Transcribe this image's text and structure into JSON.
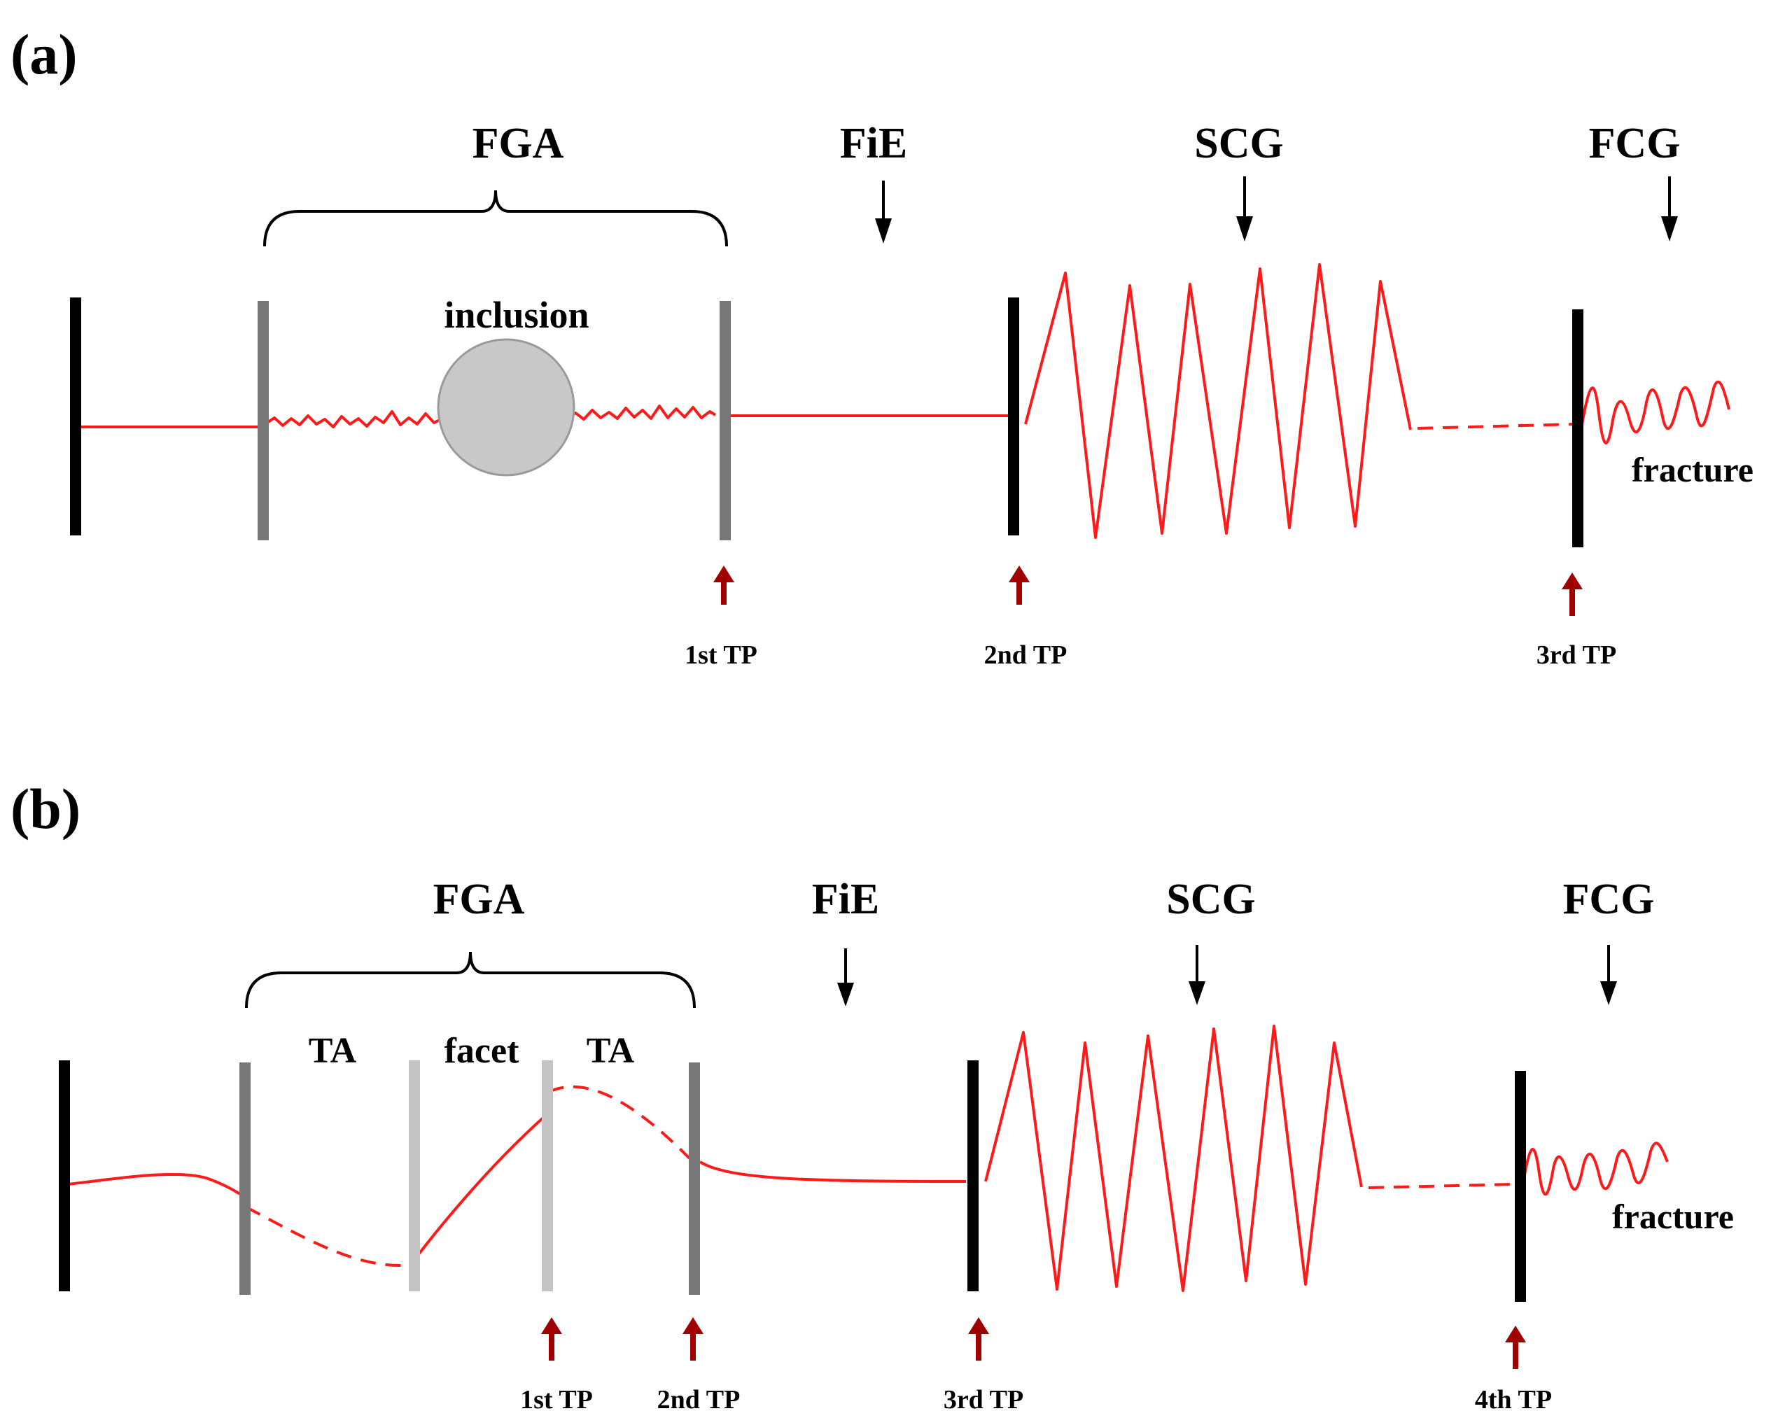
{
  "panels": [
    {
      "id": "a",
      "label": "(a)",
      "stages": {
        "fga": "FGA",
        "fie": "FiE",
        "scg": "SCG",
        "fcg": "FCG"
      },
      "inclusion_label": "inclusion",
      "fracture_label": "fracture",
      "transition_points": [
        "1st TP",
        "2nd TP",
        "3rd TP"
      ]
    },
    {
      "id": "b",
      "label": "(b)",
      "stages": {
        "fga": "FGA",
        "fie": "FiE",
        "scg": "SCG",
        "fcg": "FCG"
      },
      "region_labels": [
        "TA",
        "facet",
        "TA"
      ],
      "fracture_label": "fracture",
      "transition_points": [
        "1st TP",
        "2nd TP",
        "3rd TP",
        "4th TP"
      ]
    }
  ],
  "colors": {
    "crack_line": "#ff1a1a",
    "tp_arrow": "#a00000",
    "black_bar": "#000000",
    "gray_bar": "#777777",
    "light_gray_bar": "#c4c4c4",
    "inclusion_fill": "#c8c8c8"
  }
}
